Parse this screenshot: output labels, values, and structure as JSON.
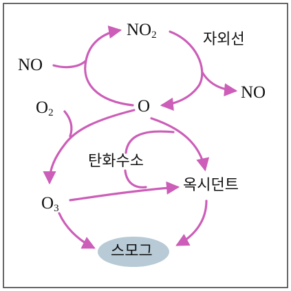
{
  "colors": {
    "arrow": "#cc5db8",
    "frame": "#333333",
    "smog_fill": "#b7cad6",
    "text": "#111111"
  },
  "nodes": {
    "no2": {
      "base": "NO",
      "sub": "2"
    },
    "uv": "자외선",
    "no_left": "NO",
    "no_right": "NO",
    "o2": {
      "base": "O",
      "sub": "2"
    },
    "o": "O",
    "hydrocarbon": "탄화수소",
    "o3": {
      "base": "O",
      "sub": "3"
    },
    "oxidant": "옥시던트",
    "smog": "스모그"
  }
}
